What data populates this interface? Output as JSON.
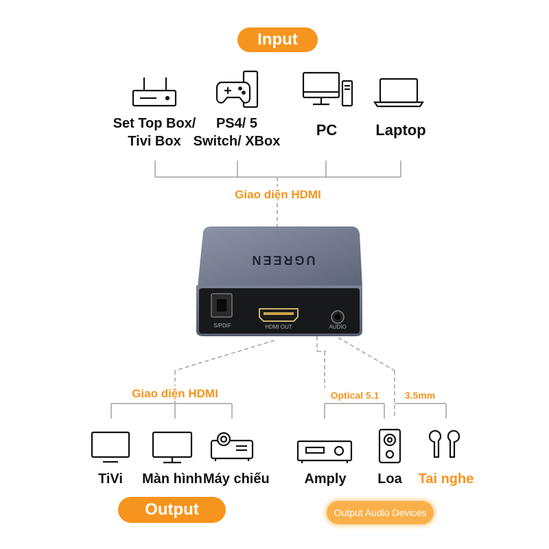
{
  "pills": {
    "input": "Input",
    "output": "Output",
    "output_audio": "Output Audio Devices"
  },
  "inputs": [
    {
      "line1": "Set Top Box/",
      "line2": "Tivi Box",
      "icon": "set-top-box-icon"
    },
    {
      "line1": "PS4/ 5",
      "line2": "Switch/ XBox",
      "icon": "game-console-icon"
    },
    {
      "line1": "PC",
      "line2": "",
      "icon": "desktop-pc-icon"
    },
    {
      "line1": "Laptop",
      "line2": "",
      "icon": "laptop-icon"
    }
  ],
  "hdmi_input_label": "Giao diện HDMI",
  "device": {
    "brand": "UGREEN",
    "port_spdif": "S/PDIF",
    "port_hdmi": "HDMI OUT",
    "port_audio": "AUDIO"
  },
  "hdmi_output_label": "Giao diện HDMI",
  "optical_label": "Optical 5.1",
  "jack_label": "3.5mm",
  "outputs": [
    {
      "label": "TiVi",
      "icon": "tv-icon"
    },
    {
      "label": "Màn hình",
      "icon": "monitor-icon"
    },
    {
      "label": "Máy chiếu",
      "icon": "projector-icon"
    },
    {
      "label": "Amply",
      "icon": "amplifier-icon"
    },
    {
      "label": "Loa",
      "icon": "speaker-icon"
    },
    {
      "label": "Tai nghe",
      "icon": "earbuds-icon"
    }
  ],
  "colors": {
    "accent": "#f7941d",
    "line": "#9a9a9a",
    "device": "#6c7386"
  }
}
